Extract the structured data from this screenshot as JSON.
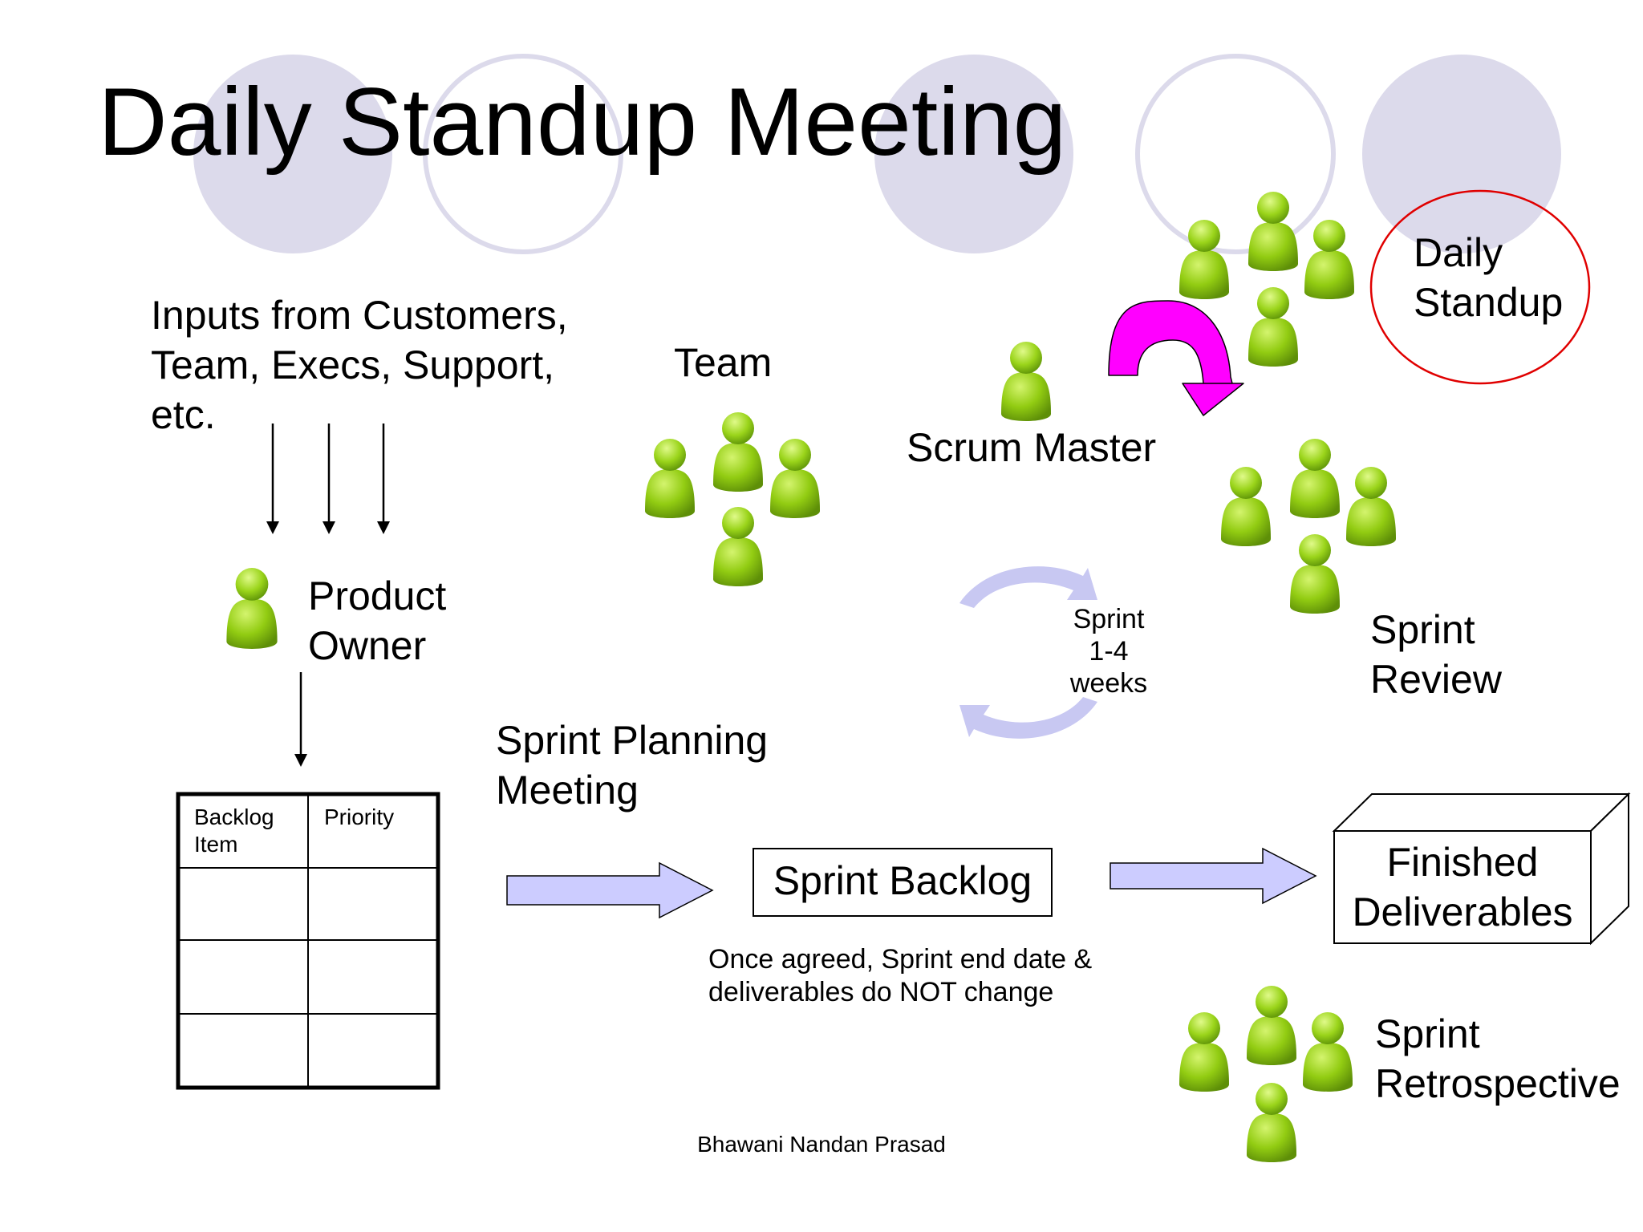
{
  "slide": {
    "title": "Daily Standup Meeting",
    "footer": "Bhawani Nandan Prasad"
  },
  "inputs": {
    "line1": "Inputs from Customers,",
    "line2": "Team, Execs, Support,",
    "line3": "etc."
  },
  "roles": {
    "team": "Team",
    "scrum_master": "Scrum Master",
    "product_owner_1": "Product",
    "product_owner_2": "Owner"
  },
  "daily_standup": {
    "line1": "Daily",
    "line2": "Standup"
  },
  "sprint_cycle": {
    "line1": "Sprint",
    "line2": "1-4",
    "line3": "weeks"
  },
  "sprint_review": {
    "line1": "Sprint",
    "line2": "Review"
  },
  "sprint_planning": {
    "line1": "Sprint Planning",
    "line2": "Meeting"
  },
  "backlog_table": {
    "headers": [
      "Backlog\nItem",
      "Priority"
    ],
    "header_col1_line1": "Backlog",
    "header_col1_line2": "Item",
    "header_col2": "Priority",
    "empty_rows": 3
  },
  "sprint_backlog": {
    "label": "Sprint Backlog",
    "note_line1": "Once agreed, Sprint end date &",
    "note_line2": "deliverables do NOT change"
  },
  "finished_deliverables": {
    "line1": "Finished",
    "line2": "Deliverables"
  },
  "sprint_retrospective": {
    "line1": "Sprint",
    "line2": "Retrospective"
  },
  "colors": {
    "decor_circle": "#dcdaeb",
    "decor_ring": "#dcdaeb",
    "person_fill": "#8cc81e",
    "person_dark": "#5a8c0a",
    "flow_arrow": "#ccccff",
    "cycle_arrow": "#c8c8f2",
    "curved_arrow": "#ff00ff",
    "standup_ring": "#e00000"
  }
}
